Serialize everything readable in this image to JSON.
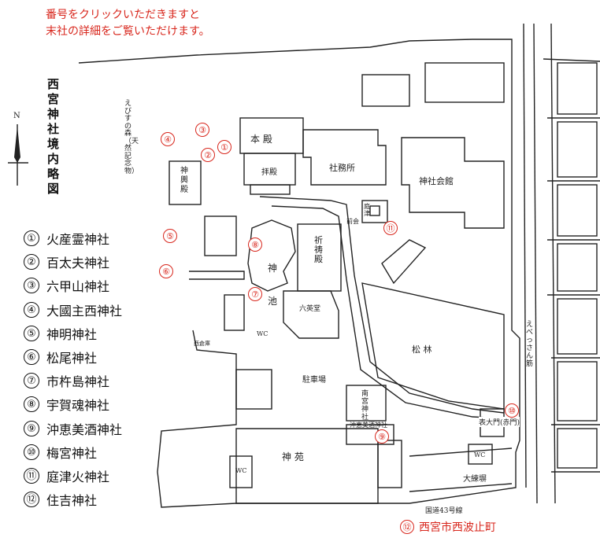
{
  "instructions": {
    "line1": "番号をクリックいただきますと",
    "line2": "末社の詳細をご覧いただけます。"
  },
  "map_title": "西宮神社境内略図",
  "north_label": "N",
  "legend": [
    {
      "num": "①",
      "name": "火産霊神社"
    },
    {
      "num": "②",
      "name": "百太夫神社"
    },
    {
      "num": "③",
      "name": "六甲山神社"
    },
    {
      "num": "④",
      "name": "大國主西神社"
    },
    {
      "num": "⑤",
      "name": "神明神社"
    },
    {
      "num": "⑥",
      "name": "松尾神社"
    },
    {
      "num": "⑦",
      "name": "市杵島神社"
    },
    {
      "num": "⑧",
      "name": "宇賀魂神社"
    },
    {
      "num": "⑨",
      "name": "沖恵美酒神社"
    },
    {
      "num": "⑩",
      "name": "梅宮神社"
    },
    {
      "num": "⑪",
      "name": "庭津火神社"
    },
    {
      "num": "⑫",
      "name": "住吉神社"
    }
  ],
  "markers": {
    "m1": "①",
    "m2": "②",
    "m3": "③",
    "m4": "④",
    "m5": "⑤",
    "m6": "⑥",
    "m7": "⑦",
    "m8": "⑧",
    "m9": "⑨",
    "m10": "⑩",
    "m11": "⑪"
  },
  "bottom_link": {
    "num": "⑫",
    "label": "西宮市西波止町"
  },
  "map_labels": {
    "honden": "本 殿",
    "haiden": "拝殿",
    "shamusho": "社務所",
    "jinja_kaikan": "神社会館",
    "shinyoden": "神輿殿",
    "kitouden": "祈祷殿",
    "ike1": "神",
    "ike2": "池",
    "rokkudo": "六英堂",
    "matsubayashi": "松 林",
    "chushajo": "駐車場",
    "minami_miya": "南宮神社",
    "okiebisu": "沖恵美酒神社",
    "shin_en": "神 苑",
    "daimon": "表大門(赤門)",
    "ebisu_forest": "えびすの森（天然記念物）",
    "ebessan_suji": "えべっさん筋",
    "kokudo": "国道43号線",
    "wc": "WC",
    "ohneri": "大練塀",
    "saishoko": "西倉庫",
    "zenrui": "前会",
    "niwatsuhi": "庭津"
  }
}
